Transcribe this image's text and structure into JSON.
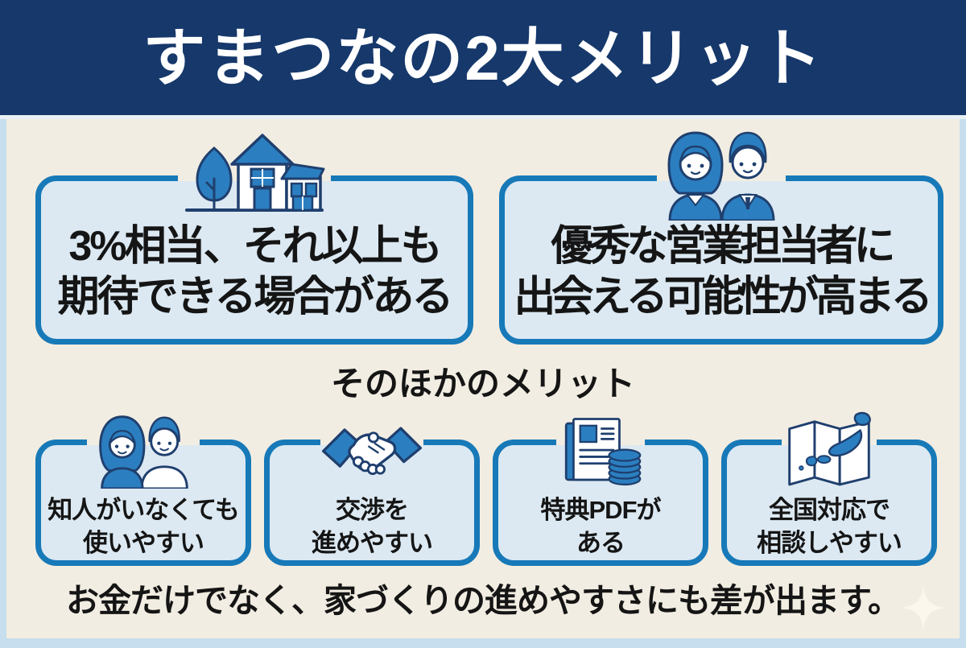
{
  "colors": {
    "header_bg": "#16386B",
    "canvas_bg": "#F2EDE2",
    "frame_edge": "#C6DEED",
    "divider": "#E9F1F6",
    "card_fill": "#DCE9F2",
    "card_border": "#1779B8",
    "icon_blue": "#2B7FC0",
    "icon_outline": "#1F3F6E",
    "text": "#151515",
    "title_color": "#FFFFFF",
    "sparkle": "#FBF7ED"
  },
  "header": {
    "title": "すまつなの2大メリット"
  },
  "main_merits": [
    {
      "icon": "house-icon",
      "lines": [
        "3%相当、それ以上も",
        "期待できる場合がある"
      ]
    },
    {
      "icon": "business-pair-icon",
      "lines": [
        "優秀な営業担当者に",
        "出会える可能性が高まる"
      ]
    }
  ],
  "other_merits_heading": "そのほかのメリット",
  "other_merits": [
    {
      "icon": "couple-icon",
      "lines": [
        "知人がいなくても",
        "使いやすい"
      ]
    },
    {
      "icon": "handshake-icon",
      "lines": [
        "交渉を",
        "進めやすい"
      ]
    },
    {
      "icon": "document-coins-icon",
      "lines": [
        "特典PDFが",
        "ある"
      ]
    },
    {
      "icon": "japan-map-icon",
      "lines": [
        "全国対応で",
        "相談しやすい"
      ]
    }
  ],
  "footer": {
    "text": "お金だけでなく、家づくりの進めやすさにも差が出ます。"
  }
}
